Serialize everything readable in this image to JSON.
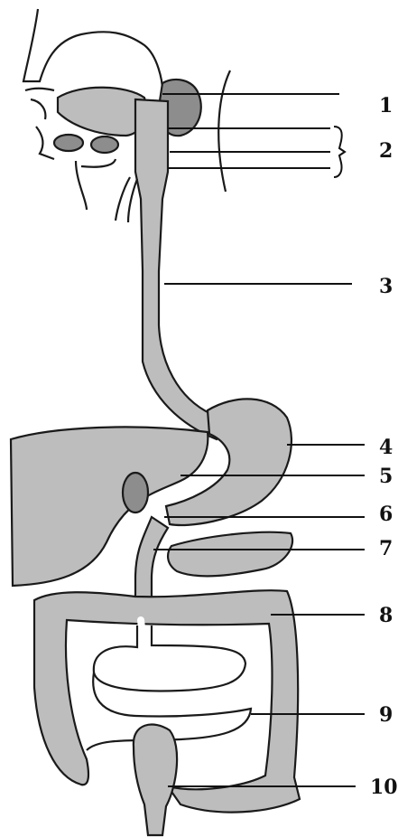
{
  "labels": [
    "1",
    "2",
    "3",
    "4",
    "5",
    "6",
    "7",
    "8",
    "9",
    "10"
  ]
}
